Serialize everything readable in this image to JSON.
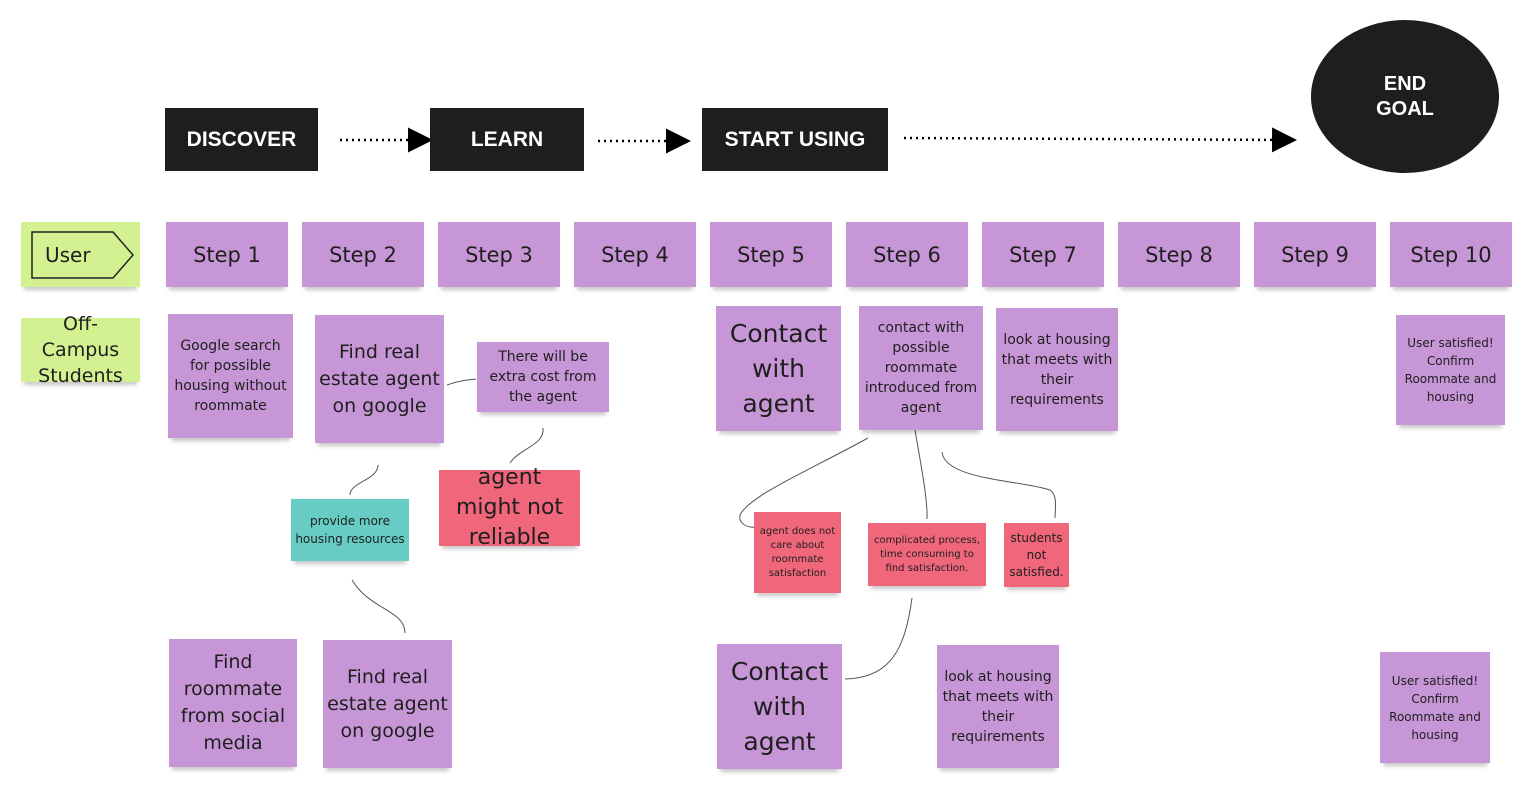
{
  "phases": [
    {
      "label": "DISCOVER"
    },
    {
      "label": "LEARN"
    },
    {
      "label": "START USING"
    }
  ],
  "goal": {
    "line1": "END",
    "line2": "GOAL"
  },
  "row_labels": {
    "user": "User",
    "students": "Off-Campus Students"
  },
  "steps": [
    "Step 1",
    "Step 2",
    "Step 3",
    "Step 4",
    "Step 5",
    "Step 6",
    "Step 7",
    "Step 8",
    "Step 9",
    "Step 10"
  ],
  "notes": {
    "google_search": "Google search for possible housing without roommate",
    "find_agent_top": "Find real estate agent on google",
    "extra_cost": "There will be extra cost from the agent",
    "agent_unreliable": "agent might not reliable",
    "more_resources": "provide more housing resources",
    "find_roommate_social": "Find roommate from social media",
    "find_agent_bottom": "Find real estate agent on google",
    "contact_agent_top": "Contact with agent",
    "contact_roommate": "contact with possible roommate introduced from agent",
    "look_housing_top": "look at housing that meets with their requirements",
    "agent_not_care": "agent does not care about roommate satisfaction",
    "complicated_process": "complicated process, time consuming to find satisfaction.",
    "students_not_satisfied": "students not satisfied.",
    "contact_agent_bottom": "Contact with agent",
    "look_housing_bottom": "look at housing that meets with their requirements",
    "satisfied_top": "User satisfied! Confirm Roommate and housing",
    "satisfied_bottom": "User satisfied! Confirm Roommate and housing"
  },
  "colors": {
    "phase_block": "#1e1e1e",
    "sticky_purple": "#c796d6",
    "sticky_green": "#d3f191",
    "sticky_teal": "#66ccc4",
    "sticky_red": "#f0667b"
  }
}
